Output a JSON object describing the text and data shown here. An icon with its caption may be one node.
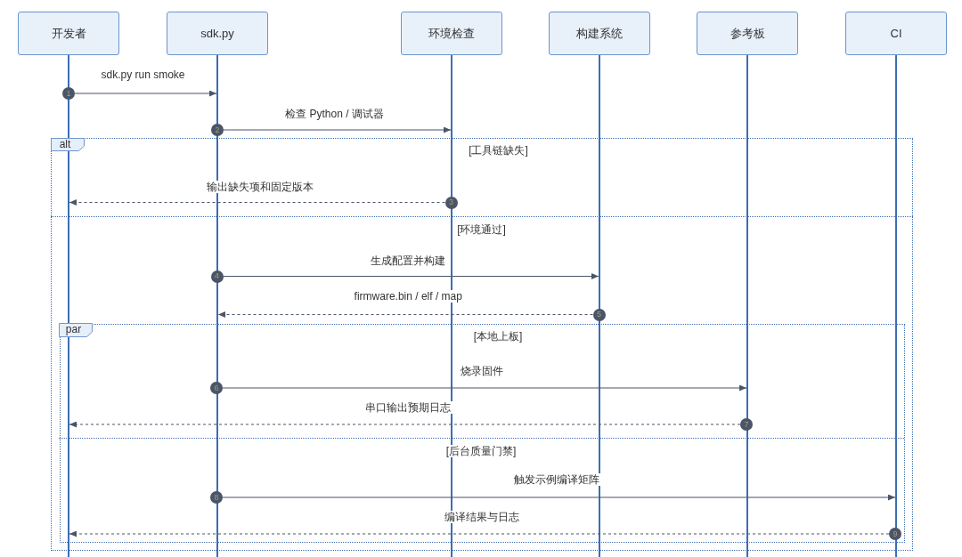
{
  "diagram": {
    "nodes": [
      {
        "text": [
          "开发者"
        ]
      },
      {
        "text": [
          "sdk.py"
        ]
      },
      {
        "text": [
          "环境检查"
        ]
      },
      {
        "text": [
          "构建系统"
        ]
      },
      {
        "text": [
          "参考板"
        ]
      },
      {
        "text": [
          "CI"
        ]
      },
      {
        "text": [],
        "shape": "line"
      },
      {
        "text": [],
        "shape": "line"
      },
      {
        "text": [],
        "shape": "line"
      },
      {
        "text": [],
        "shape": "line"
      },
      {
        "text": [],
        "shape": "line"
      },
      {
        "text": [],
        "shape": "line"
      },
      {
        "text": [
          "1"
        ]
      },
      {
        "text": [
          "2"
        ]
      },
      {
        "text": [
          "alt",
          "[工具链缺失]",
          "[环境通过]"
        ]
      },
      {
        "text": [
          "3"
        ],
        "in": 14
      },
      {
        "text": [
          "4"
        ],
        "in": 14
      },
      {
        "text": [
          "5"
        ],
        "in": 14
      },
      {
        "text": [
          "par",
          "[本地上板]",
          "[后台质量门禁]"
        ],
        "in": 14
      },
      {
        "text": [
          "6"
        ],
        "in": 18
      },
      {
        "text": [
          "7"
        ],
        "in": 18
      },
      {
        "text": [
          "8"
        ],
        "in": 18
      },
      {
        "text": [
          "9"
        ],
        "in": 18
      }
    ],
    "edges": [
      {
        "from": 12,
        "to": 7,
        "arrow": "to",
        "label": "sdk.py run smoke"
      },
      {
        "from": 13,
        "to": 8,
        "arrow": "to",
        "label": "检查 Python / 调试器"
      },
      {
        "from": 15,
        "to": 6,
        "arrow": "to",
        "label": "输出缺失项和固定版本",
        "style": "dashed"
      },
      {
        "from": 16,
        "to": 9,
        "arrow": "to",
        "label": "生成配置并构建"
      },
      {
        "from": 17,
        "to": 7,
        "arrow": "to",
        "label": "firmware.bin / elf / map",
        "style": "dashed"
      },
      {
        "from": 19,
        "to": 10,
        "arrow": "to",
        "label": "烧录固件"
      },
      {
        "from": 20,
        "to": 6,
        "arrow": "to",
        "label": "串口输出预期日志",
        "style": "dashed"
      },
      {
        "from": 21,
        "to": 11,
        "arrow": "to",
        "label": "触发示例编译矩阵"
      },
      {
        "from": 22,
        "to": 6,
        "arrow": "to",
        "label": "编译结果与日志",
        "style": "dashed"
      }
    ]
  }
}
